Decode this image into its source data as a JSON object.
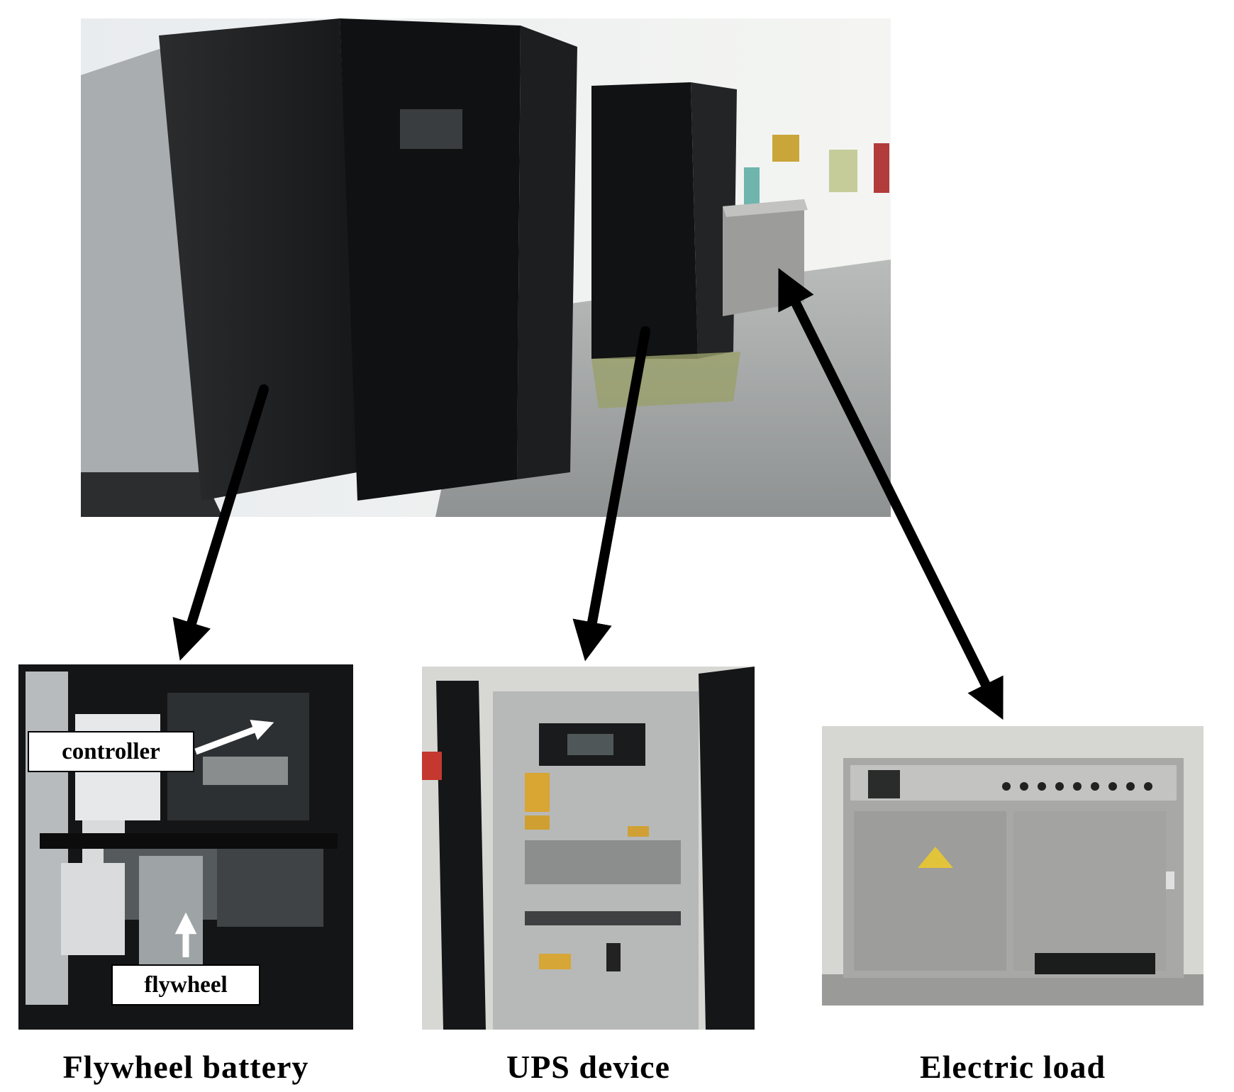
{
  "figure": {
    "overview_photo": {
      "subject": "overview-photo"
    },
    "panels": [
      {
        "caption": "Flywheel battery"
      },
      {
        "caption": "UPS device"
      },
      {
        "caption": "Electric load"
      }
    ],
    "callouts": {
      "controller": "controller",
      "flywheel": "flywheel"
    }
  }
}
